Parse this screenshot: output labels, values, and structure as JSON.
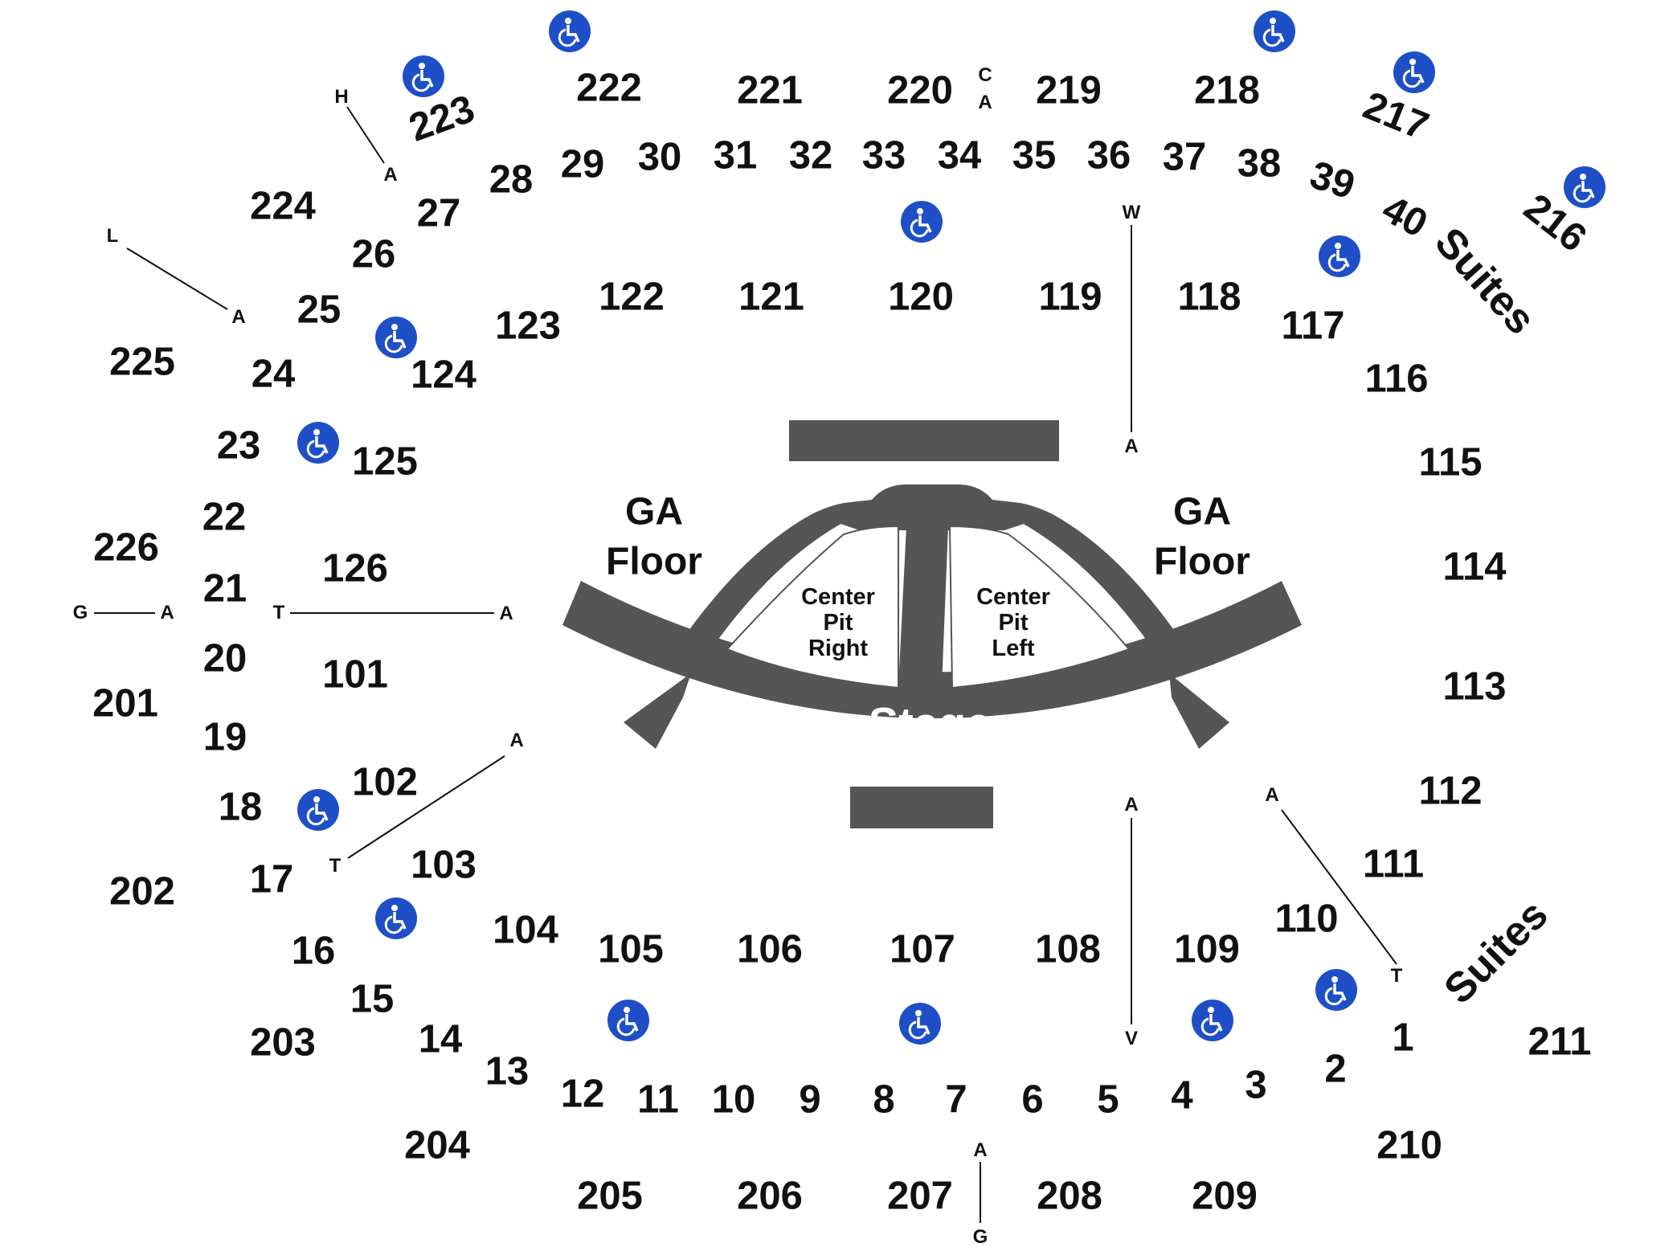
{
  "venue_map": {
    "stage_label": "Stage",
    "ga_floor_left": "GA\nFloor",
    "ga_floor_right": "GA\nFloor",
    "pit_right": "Center\nPit\nRight",
    "pit_left": "Center\nPit\nLeft",
    "suites_label": "Suites",
    "colors": {
      "stage": "#555555",
      "text": "#111111",
      "accessibility": "#1f4fc6",
      "label_on_stage": "#ffffff"
    },
    "icon_names": {
      "accessibility": "wheelchair-icon"
    }
  },
  "sections": {
    "s222": "222",
    "s221": "221",
    "s220": "220",
    "s219": "219",
    "s218": "218",
    "s217": "217",
    "s216": "216",
    "s223": "223",
    "s224": "224",
    "s225": "225",
    "s226": "226",
    "s201": "201",
    "s202": "202",
    "s203": "203",
    "s204": "204",
    "s205": "205",
    "s206": "206",
    "s207": "207",
    "s208": "208",
    "s209": "209",
    "s210": "210",
    "s211": "211",
    "s28": "28",
    "s29": "29",
    "s30": "30",
    "s31": "31",
    "s32": "32",
    "s33": "33",
    "s34": "34",
    "s35": "35",
    "s36": "36",
    "s37": "37",
    "s38": "38",
    "s39": "39",
    "s40": "40",
    "s27": "27",
    "s26": "26",
    "s25": "25",
    "s24": "24",
    "s23": "23",
    "s22": "22",
    "s21": "21",
    "s20": "20",
    "s19": "19",
    "s18": "18",
    "s17": "17",
    "s16": "16",
    "s15": "15",
    "s14": "14",
    "s13": "13",
    "s12": "12",
    "s11": "11",
    "s10": "10",
    "s9": "9",
    "s8": "8",
    "s7": "7",
    "s6": "6",
    "s5": "5",
    "s4": "4",
    "s3": "3",
    "s2": "2",
    "s1": "1",
    "s122": "122",
    "s121": "121",
    "s120": "120",
    "s119": "119",
    "s118": "118",
    "s117": "117",
    "s116": "116",
    "s115": "115",
    "s114": "114",
    "s113": "113",
    "s112": "112",
    "s111": "111",
    "s110": "110",
    "s109": "109",
    "s108": "108",
    "s107": "107",
    "s106": "106",
    "s105": "105",
    "s104": "104",
    "s103": "103",
    "s102": "102",
    "s101": "101",
    "s126": "126",
    "s125": "125",
    "s124": "124",
    "s123": "123"
  },
  "rows": {
    "h1": "H",
    "a1": "A",
    "l1": "L",
    "a2": "A",
    "c1": "C",
    "a3": "A",
    "w1": "W",
    "a4": "A",
    "g1": "G",
    "a5": "A",
    "t1": "T",
    "a6": "A",
    "a7": "A",
    "t2": "T",
    "a8": "A",
    "v1": "V",
    "a9": "A",
    "t3": "T",
    "a10": "A",
    "g2": "G"
  }
}
